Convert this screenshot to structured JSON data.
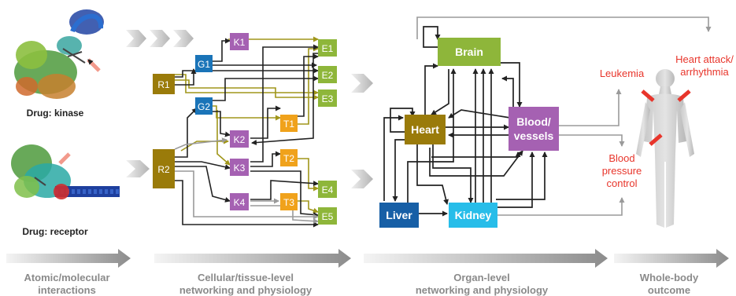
{
  "drug_panel": {
    "kinase_caption": "Drug: kinase",
    "receptor_caption": "Drug: receptor"
  },
  "cellular_network": {
    "nodes": {
      "R1": "R1",
      "R2": "R2",
      "G1": "G1",
      "G2": "G2",
      "K1": "K1",
      "K2": "K2",
      "K3": "K3",
      "K4": "K4",
      "T1": "T1",
      "T2": "T2",
      "T3": "T3",
      "E1": "E1",
      "E2": "E2",
      "E3": "E3",
      "E4": "E4",
      "E5": "E5"
    }
  },
  "organ_network": {
    "brain": "Brain",
    "heart": "Heart",
    "blood_line1": "Blood/",
    "blood_line2": "vessels",
    "liver": "Liver",
    "kidney": "Kidney"
  },
  "outcomes": {
    "leukemia": "Leukemia",
    "heart_attack_line1": "Heart attack/",
    "heart_attack_line2": "arrhythmia",
    "bp_line1": "Blood",
    "bp_line2": "pressure",
    "bp_line3": "control"
  },
  "scale_labels": {
    "atomic_line1": "Atomic/molecular",
    "atomic_line2": "interactions",
    "cellular_line1": "Cellular/tissue-level",
    "cellular_line2": "networking and physiology",
    "organ_line1": "Organ-level",
    "organ_line2": "networking and physiology",
    "whole_line1": "Whole-body",
    "whole_line2": "outcome"
  },
  "colors": {
    "olive": "#9a7b0a",
    "blue": "#1a74b8",
    "purple": "#a561b2",
    "orange": "#f0a21b",
    "green": "#8eb63a",
    "darkblue": "#175fa6",
    "cyan": "#27bde9",
    "red": "#e8352b",
    "gray": "#9a9a9a"
  }
}
